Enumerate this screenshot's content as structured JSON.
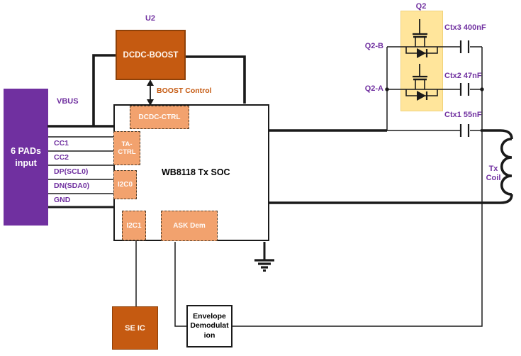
{
  "labels": {
    "u2": "U2",
    "q2": "Q2",
    "vbus": "VBUS",
    "q2_b": "Q2-B",
    "q2_a": "Q2-A",
    "ctx3": "Ctx3 400nF",
    "ctx2": "Ctx2 47nF",
    "ctx1": "Ctx1 55nF",
    "tx_coil_line1": "Tx",
    "tx_coil_line2": "Coil",
    "boost_control": "BOOST Control"
  },
  "blocks": {
    "pads_input_line1": "6 PADs",
    "pads_input_line2": "input",
    "dcdc_boost": "DCDC-BOOST",
    "soc_name": "WB8118 Tx SOC",
    "dcdc_ctrl": "DCDC-CTRL",
    "ta_ctrl_line1": "TA-",
    "ta_ctrl_line2": "CTRL",
    "i2c0": "I2C0",
    "i2c1": "I2C1",
    "ask_dem": "ASK Dem",
    "se_ic": "SE IC",
    "envelope_line1": "Envelope",
    "envelope_line2": "Demodulat",
    "envelope_line3": "ion"
  },
  "pins": [
    "CC1",
    "CC2",
    "DP(SCL0)",
    "DN(SDA0)",
    "GND"
  ],
  "colors": {
    "purple": "#7030A0",
    "orange_dark": "#C55A11",
    "orange_light": "#F2A26E",
    "yellow_highlight": "#FFE59B",
    "wire_black": "#1A1A1A"
  }
}
